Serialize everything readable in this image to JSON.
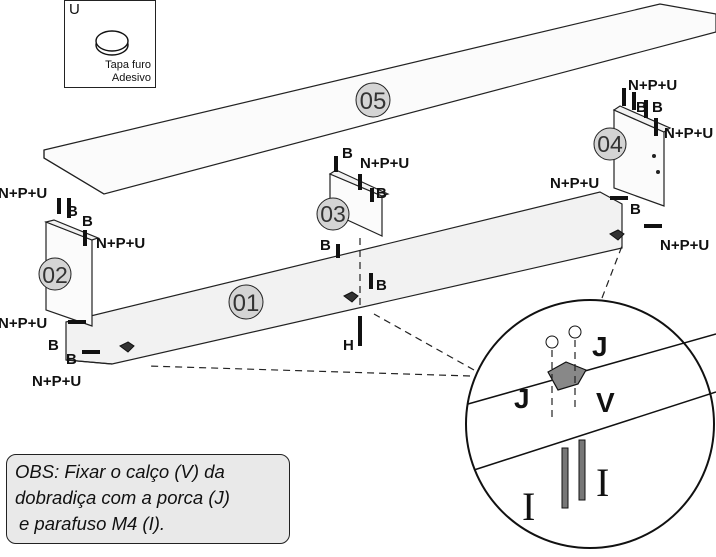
{
  "legend": {
    "code": "U",
    "name_line1": "Tapa furo",
    "name_line2": "Adesivo"
  },
  "parts": {
    "top": "05",
    "base": "01",
    "left_side": "02",
    "middle_divider": "03",
    "right_side": "04"
  },
  "hardware": {
    "nut_plate_cap": "N+P+U",
    "dowel": "B",
    "screw": "H",
    "nut": "J",
    "shim": "V",
    "bolt": "I"
  },
  "note": {
    "line1": "OBS: Fixar o calço (V) da",
    "line2": "dobradiça com a porca (J)",
    "line3": "e parafuso M4 (I)."
  }
}
